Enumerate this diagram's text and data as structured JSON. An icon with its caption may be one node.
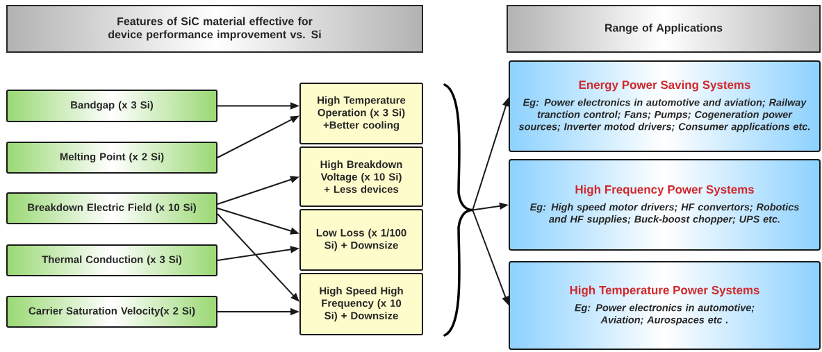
{
  "diagram": {
    "nodes": [
      {
        "text": [
          "Features of SiC material effective for device performance improvement vs. Si"
        ]
      },
      {
        "text": [
          "Range of Applications"
        ]
      },
      {
        "text": [
          "Bandgap (x 3 Si)"
        ]
      },
      {
        "text": [
          "Melting Point (x 2 Si)"
        ]
      },
      {
        "text": [
          "Breakdown Electric Field (x 10 Si)"
        ]
      },
      {
        "text": [
          "Thermal Conduction (x 3 Si)"
        ]
      },
      {
        "text": [
          "Carrier Saturation Velocity(x 2 Si)"
        ]
      },
      {
        "text": [
          "High Temperature Operation (x 3 Si) +Better cooling"
        ]
      },
      {
        "text": [
          "High Breakdown Voltage (x 10 Si) + Less devices"
        ]
      },
      {
        "text": [
          "Low Loss (x 1/100 Si) + Downsize"
        ]
      },
      {
        "text": [
          "High Speed High Frequency (x 10 Si) + Downsize"
        ]
      },
      {
        "text": [],
        "shape": "brace"
      },
      {
        "text": [
          "Energy Power Saving Systems",
          "Eg: Power electronics in automotive and aviation; Railway tranction control; Fans; Pumps; Cogeneration power sources; Inverter motod drivers; Consumer applications etc."
        ]
      },
      {
        "text": [
          "High Frequency Power Systems",
          "Eg: High speed motor drivers; HF convertors; Robotics and HF supplies; Buck-boost chopper; UPS etc."
        ]
      },
      {
        "text": [
          "High Temperature Power Systems",
          "Eg: Power electronics in automotive; Aviation; Aurospaces etc ."
        ]
      }
    ],
    "edges": [
      {
        "from": 2,
        "to": 7,
        "arrow": "to"
      },
      {
        "from": 3,
        "to": 7,
        "arrow": "to"
      },
      {
        "from": 4,
        "to": 8,
        "arrow": "to"
      },
      {
        "from": 4,
        "to": 9,
        "arrow": "to"
      },
      {
        "from": 4,
        "to": 10,
        "arrow": "to"
      },
      {
        "from": 5,
        "to": 9,
        "arrow": "to"
      },
      {
        "from": 6,
        "to": 10,
        "arrow": "to"
      },
      {
        "from": 11,
        "to": 12,
        "arrow": "to"
      },
      {
        "from": 11,
        "to": 13,
        "arrow": "to"
      },
      {
        "from": 11,
        "to": 14,
        "arrow": "to"
      }
    ]
  }
}
